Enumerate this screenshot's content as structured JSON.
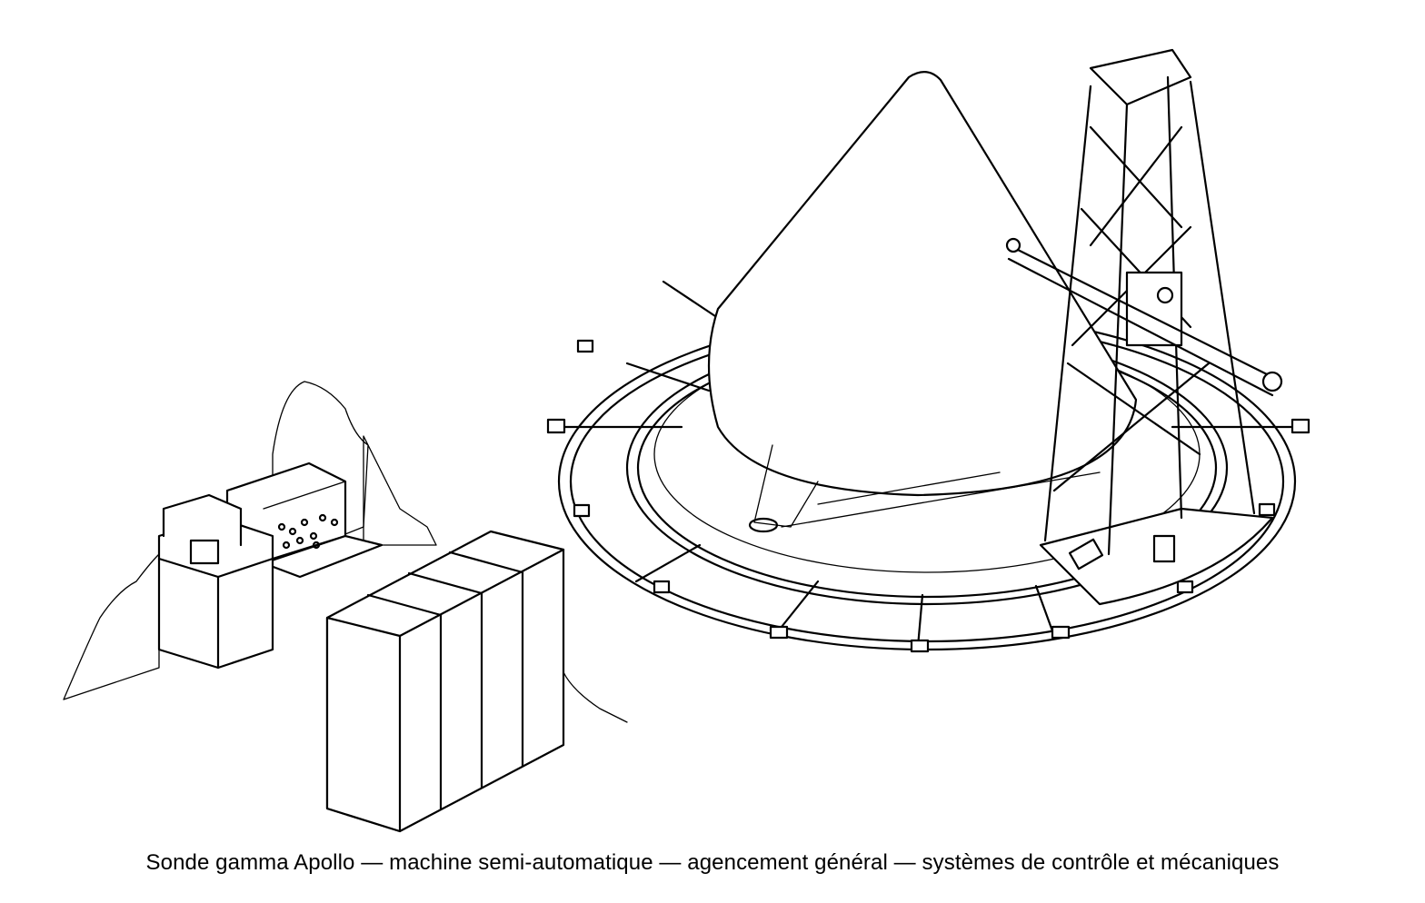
{
  "caption": "Sonde gamma Apollo — machine semi-automatique — agencement général — systèmes de contrôle et mécaniques",
  "components": {
    "console": "control-console",
    "cabinets": "electronics-cabinets",
    "ring": "circular-track",
    "cone": "apollo-capsule-cone",
    "tower": "probe-tower"
  }
}
